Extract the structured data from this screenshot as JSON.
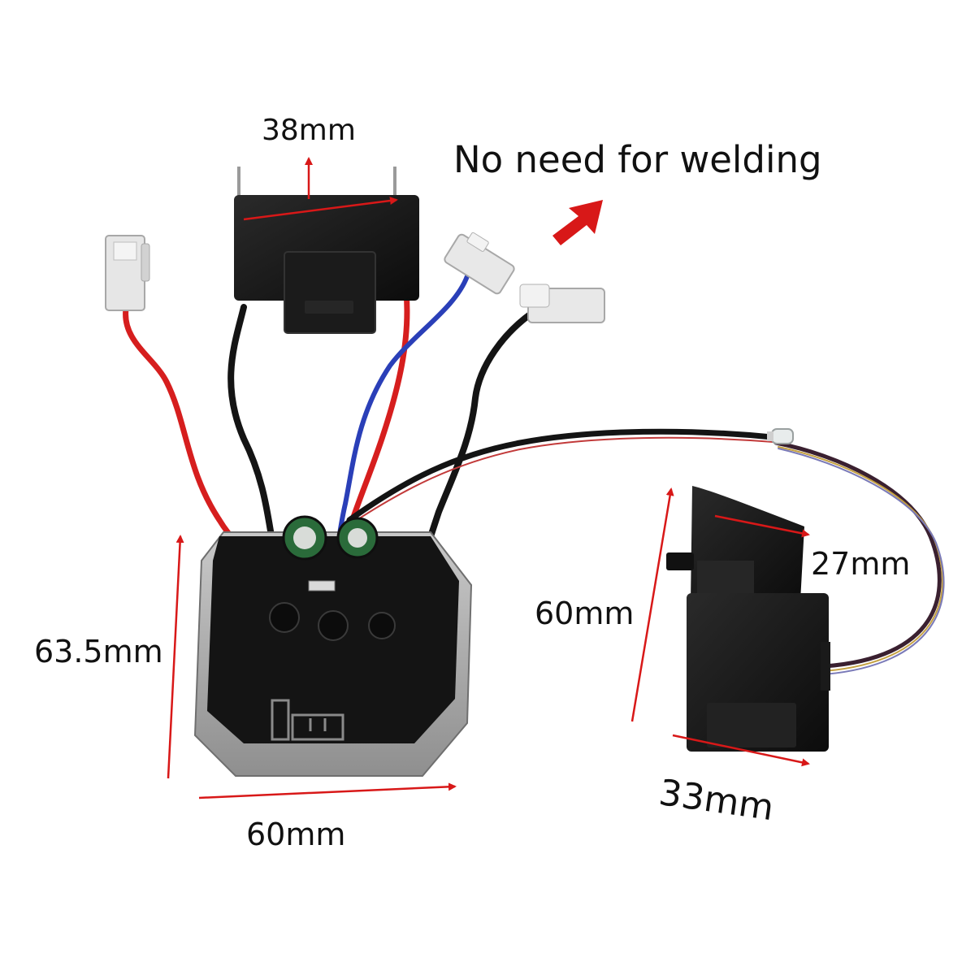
{
  "headline": "No need for welding",
  "dimensions": {
    "relay_width": "38mm",
    "board_height": "63.5mm",
    "board_width": "60mm",
    "switch_height": "60mm",
    "switch_width": "33mm",
    "switch_trigger": "27mm"
  },
  "colors": {
    "arrow": "#d81818",
    "wire_red": "#d61e1e",
    "wire_black": "#141414",
    "wire_blue": "#2a3fb8",
    "component_black": "#161616",
    "heatsink": "#a9a9a9",
    "connector_white": "#e6e6e6"
  }
}
